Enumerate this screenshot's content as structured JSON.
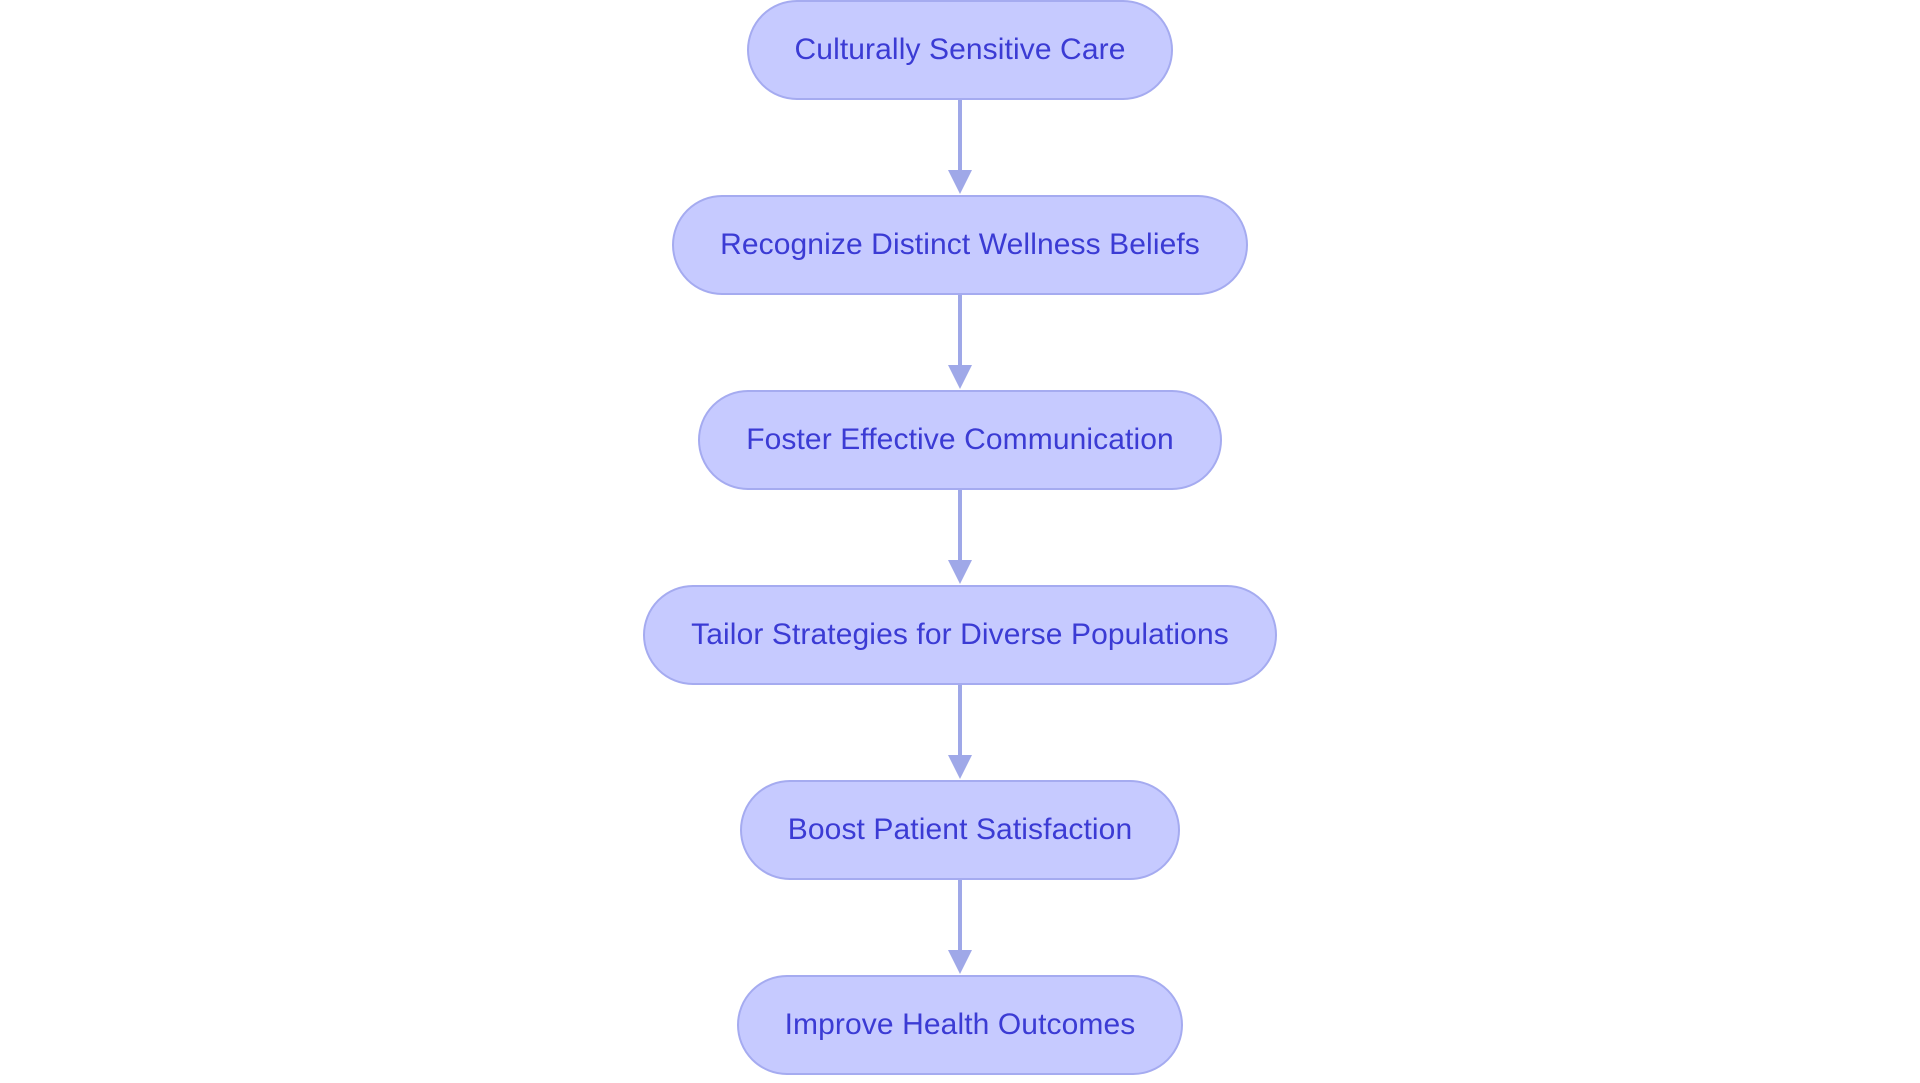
{
  "diagram": {
    "type": "flowchart",
    "orientation": "vertical-top-to-bottom",
    "title_text": "",
    "background_color": "#ffffff",
    "node_fill_color": "#c6caff",
    "node_border_color": "#a5abf0",
    "node_text_color": "#3b3bd4",
    "connector_color": "#9fa8e8",
    "node_count": 6,
    "connector_count": 5,
    "nodes": [
      {
        "id": "node-1",
        "label": "Culturally Sensitive Care",
        "order": 1
      },
      {
        "id": "node-2",
        "label": "Recognize Distinct Wellness Beliefs",
        "order": 2
      },
      {
        "id": "node-3",
        "label": "Foster Effective Communication",
        "order": 3
      },
      {
        "id": "node-4",
        "label": "Tailor Strategies for Diverse Populations",
        "order": 4
      },
      {
        "id": "node-5",
        "label": "Boost Patient Satisfaction",
        "order": 5
      },
      {
        "id": "node-6",
        "label": "Improve Health Outcomes",
        "order": 6
      }
    ],
    "connectors": [
      {
        "id": "arrow-1",
        "from": "node-1",
        "to": "node-2",
        "icon": "arrow-down-icon"
      },
      {
        "id": "arrow-2",
        "from": "node-2",
        "to": "node-3",
        "icon": "arrow-down-icon"
      },
      {
        "id": "arrow-3",
        "from": "node-3",
        "to": "node-4",
        "icon": "arrow-down-icon"
      },
      {
        "id": "arrow-4",
        "from": "node-4",
        "to": "node-5",
        "icon": "arrow-down-icon"
      },
      {
        "id": "arrow-5",
        "from": "node-5",
        "to": "node-6",
        "icon": "arrow-down-icon"
      }
    ]
  }
}
